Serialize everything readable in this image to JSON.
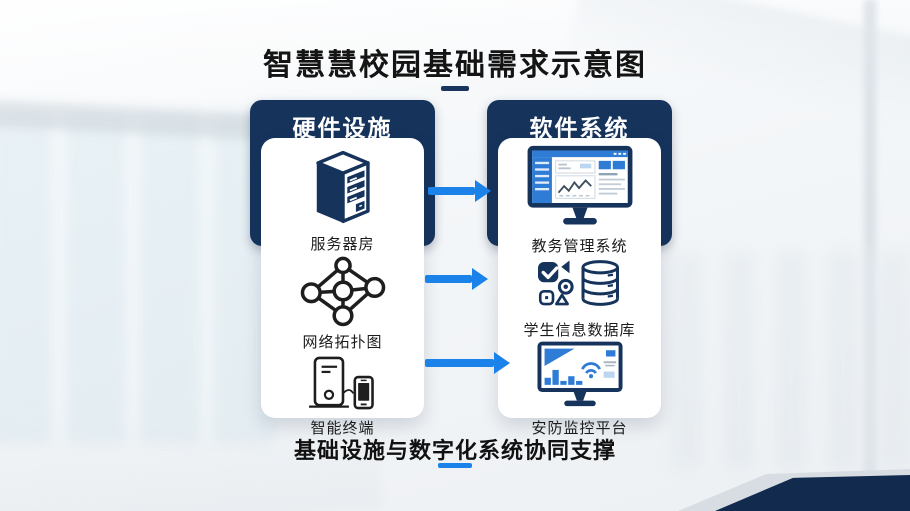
{
  "title": {
    "text": "智慧慧校园基础需求示意图"
  },
  "footer": {
    "text": "基础设施与数字化系统协同支撑"
  },
  "columns": {
    "hardware": {
      "header": "硬件设施",
      "items": [
        {
          "label": "服务器房",
          "icon": "server-icon"
        },
        {
          "label": "网络拓扑图",
          "icon": "network-topology-icon"
        },
        {
          "label": "智能终端",
          "icon": "smart-terminal-icon"
        }
      ]
    },
    "software": {
      "header": "软件系统",
      "items": [
        {
          "label": "教务管理系统",
          "icon": "dashboard-monitor-icon"
        },
        {
          "label": "学生信息数据库",
          "icon": "student-database-icon"
        },
        {
          "label": "安防监控平台",
          "icon": "security-monitor-icon"
        }
      ]
    }
  },
  "arrows": {
    "count": 3,
    "direction": "right",
    "color": "#1a82e8"
  },
  "colors": {
    "panel_navy": "#16335c",
    "corner_navy": "#132a4f",
    "arrow_blue": "#1a82e8",
    "accent_blue": "#2e7cd6",
    "title_dash_navy": "#1c355f",
    "card_white": "#ffffff",
    "text_dark": "#141414"
  }
}
